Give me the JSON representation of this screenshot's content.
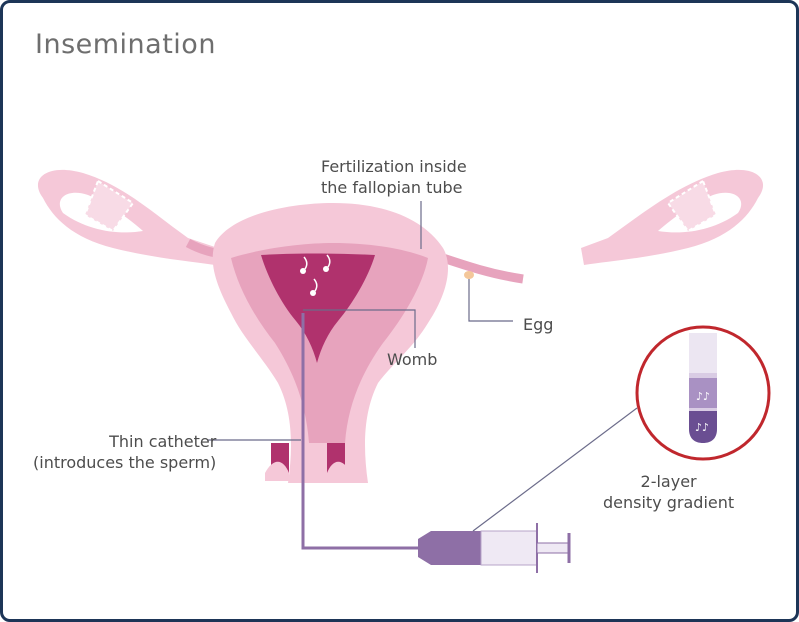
{
  "title": "Insemination",
  "labels": {
    "fertilization": [
      "Fertilization inside",
      "the fallopian tube"
    ],
    "egg": "Egg",
    "womb": "Womb",
    "catheter": [
      "Thin catheter",
      "(introduces the sperm)"
    ],
    "gradient": [
      "2-layer",
      "density gradient"
    ]
  },
  "colors": {
    "frame": "#1d3557",
    "tissue_light": "#f5c8d8",
    "tissue_mid": "#e7a3bd",
    "cavity": "#b0326d",
    "egg": "#f4c79a",
    "syringe": "#8e6fa6",
    "circle": "#c0272d",
    "leader": "#6b6b8a"
  }
}
